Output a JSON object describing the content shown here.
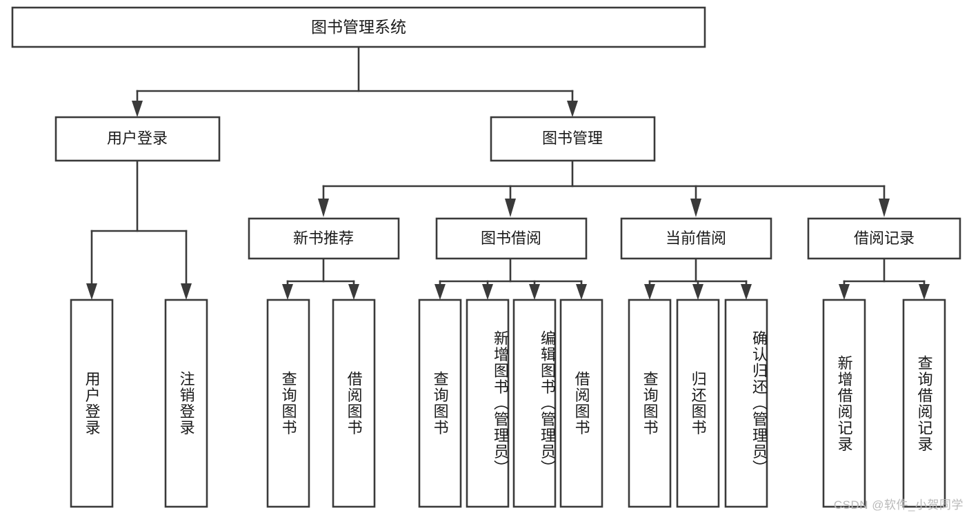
{
  "diagram": {
    "type": "tree",
    "title_node": {
      "label": "图书管理系统"
    },
    "level2": [
      {
        "label": "用户登录"
      },
      {
        "label": "图书管理"
      }
    ],
    "level3": [
      {
        "label": "新书推荐"
      },
      {
        "label": "图书借阅"
      },
      {
        "label": "当前借阅"
      },
      {
        "label": "借阅记录"
      }
    ],
    "leaves": {
      "user_login": [
        {
          "label": "用户登录"
        },
        {
          "label": "注销登录"
        }
      ],
      "new_book_recommend": [
        {
          "label": "查询图书"
        },
        {
          "label": "借阅图书"
        }
      ],
      "book_borrow": [
        {
          "label": "查询图书"
        },
        {
          "label": "新增图书（管理员）"
        },
        {
          "label": "编辑图书（管理员）"
        },
        {
          "label": "借阅图书"
        }
      ],
      "current_borrow": [
        {
          "label": "查询图书"
        },
        {
          "label": "归还图书"
        },
        {
          "label": "确认归还（管理员）"
        }
      ],
      "borrow_record": [
        {
          "label": "新增借阅记录"
        },
        {
          "label": "查询借阅记录"
        }
      ]
    }
  },
  "watermark": {
    "text": "CSDN @软件_小贺同学"
  },
  "colors": {
    "stroke": "#3a3a3a",
    "fill": "#ffffff",
    "text": "#1a1a1a",
    "watermark": "#b9b9b9"
  }
}
